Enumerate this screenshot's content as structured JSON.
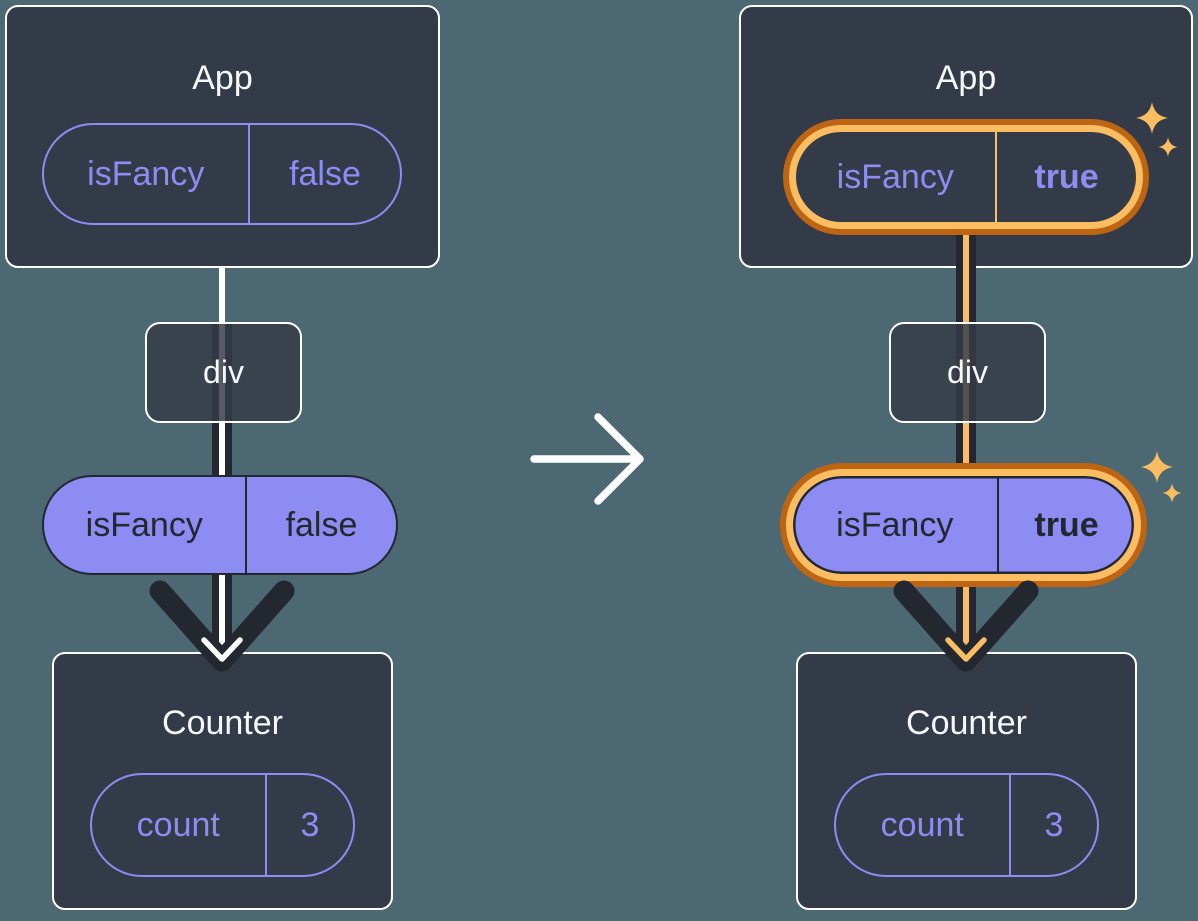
{
  "diagram_title": "react-state-passed-down-tree-before-after",
  "colors": {
    "background": "#4c6973",
    "box_fill": "#343b48",
    "box_border": "#ffffff",
    "purple": "#8c8cf2",
    "dark": "#23272f",
    "orange_light": "#fabd62",
    "orange_dark": "#bd6513",
    "title_text": "#f6f7f9"
  },
  "transition": {
    "arrow_icon": "right-arrow"
  },
  "left": {
    "app": {
      "title": "App",
      "state": {
        "name": "isFancy",
        "value": "false"
      }
    },
    "div": {
      "label": "div"
    },
    "prop": {
      "name": "isFancy",
      "value": "false"
    },
    "counter": {
      "title": "Counter",
      "state": {
        "name": "count",
        "value": "3"
      }
    }
  },
  "right": {
    "app": {
      "title": "App",
      "state": {
        "name": "isFancy",
        "value": "true",
        "highlighted": true
      }
    },
    "div": {
      "label": "div"
    },
    "prop": {
      "name": "isFancy",
      "value": "true",
      "highlighted": true
    },
    "counter": {
      "title": "Counter",
      "state": {
        "name": "count",
        "value": "3"
      }
    }
  }
}
